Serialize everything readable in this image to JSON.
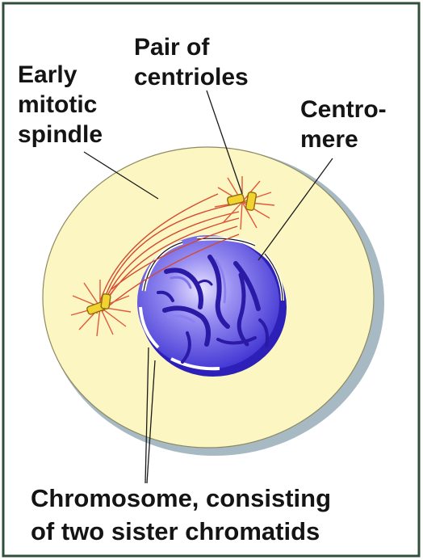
{
  "labels": {
    "early_mitotic_spindle": [
      "Early",
      "mitotic",
      "spindle"
    ],
    "pair_of_centrioles": [
      "Pair of",
      "centrioles"
    ],
    "centromere": [
      "Centro-",
      "mere"
    ],
    "chromosome": [
      "Chromosome, consisting",
      "of two sister chromatids"
    ]
  },
  "colors": {
    "border": "#2f4f3a",
    "cytoplasm": "#fbf6c2",
    "cell_edge": "#a7b9c3",
    "nucleus": "#4d3fdc",
    "chromatin": "#2a1aa6",
    "spindle_fiber": "#d44a2e",
    "centriole": "#f2d22e"
  }
}
